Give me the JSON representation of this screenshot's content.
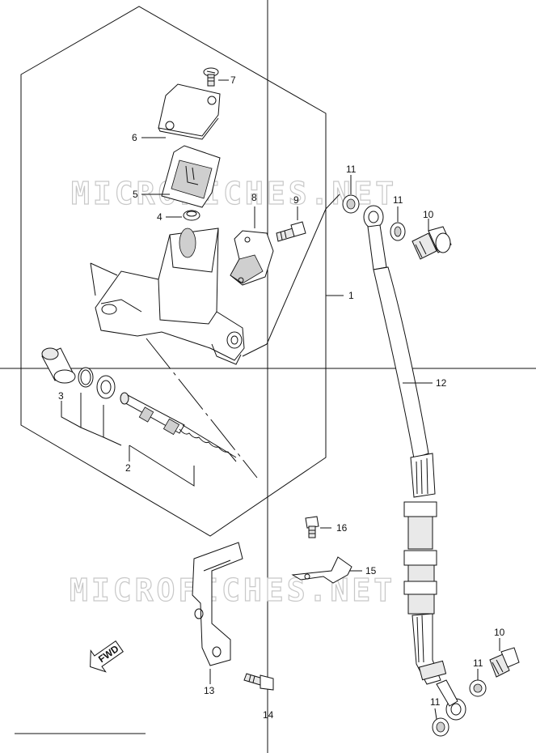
{
  "watermark": {
    "text_top": "MICROFICHES.NET",
    "text_bottom": "MICROFICHES.NET"
  },
  "fwd_label": "FWD",
  "callouts": {
    "c1": "1",
    "c2": "2",
    "c3": "3",
    "c4": "4",
    "c5": "5",
    "c6": "6",
    "c7": "7",
    "c8": "8",
    "c9": "9",
    "c10a": "10",
    "c10b": "10",
    "c11a": "11",
    "c11b": "11",
    "c11c": "11",
    "c11d": "11",
    "c12": "12",
    "c13": "13",
    "c14": "14",
    "c15": "15",
    "c16": "16"
  }
}
